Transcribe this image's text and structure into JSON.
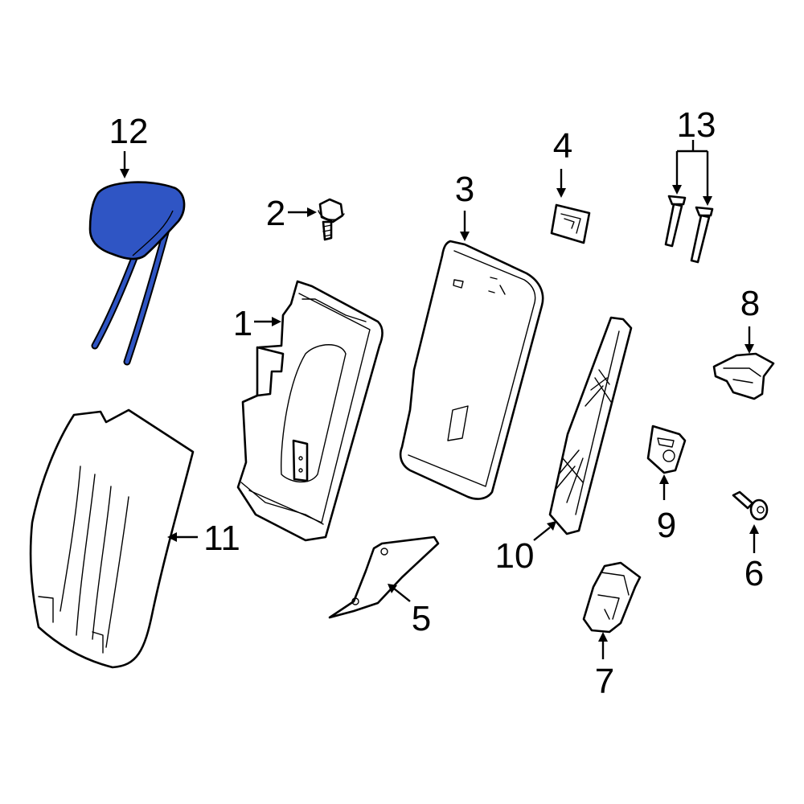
{
  "callouts": [
    {
      "id": "1",
      "text": "1"
    },
    {
      "id": "2",
      "text": "2"
    },
    {
      "id": "3",
      "text": "3"
    },
    {
      "id": "4",
      "text": "4"
    },
    {
      "id": "5",
      "text": "5"
    },
    {
      "id": "6",
      "text": "6"
    },
    {
      "id": "7",
      "text": "7"
    },
    {
      "id": "8",
      "text": "8"
    },
    {
      "id": "9",
      "text": "9"
    },
    {
      "id": "10",
      "text": "10"
    },
    {
      "id": "11",
      "text": "11"
    },
    {
      "id": "12",
      "text": "12"
    },
    {
      "id": "13",
      "text": "13"
    }
  ],
  "colors": {
    "highlight_part": "#2f55c4",
    "line": "#000000",
    "background": "#ffffff"
  },
  "highlighted_part": "12"
}
